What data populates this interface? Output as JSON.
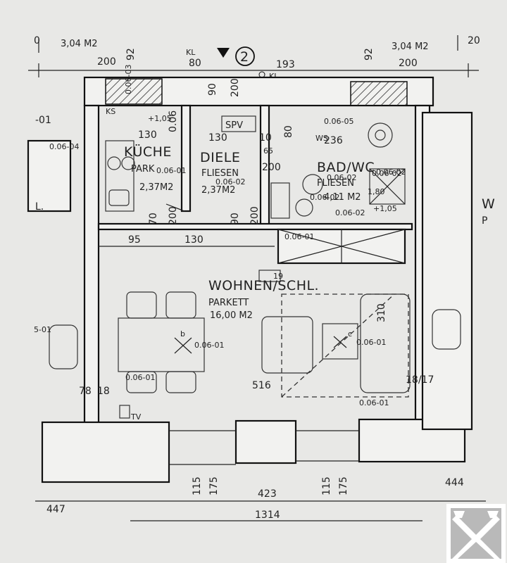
{
  "rooms": {
    "kitchen": {
      "name": "KÜCHE",
      "floor": "PARK",
      "area": "2,37M2"
    },
    "hall": {
      "name": "DIELE",
      "floor": "FLIESEN",
      "area": "2,37M2"
    },
    "bath": {
      "name": "BAD/WC",
      "floor": "FLIESEN",
      "area": "4,11 M2"
    },
    "living": {
      "name": "WOHNEN/SCHL.",
      "floor": "PARKETT",
      "area": "16,00 M2"
    }
  },
  "top_labels": {
    "area_left": "3,04 M2",
    "area_right": "3,04 M2",
    "marker": "2",
    "kl_left": "KL",
    "kl_right": "KL.",
    "spv": "SPV"
  },
  "dimensions": {
    "top_200_left": "200",
    "top_80": "80",
    "top_193": "193",
    "top_200_right": "200",
    "top_90_left": "92",
    "top_90_right": "92",
    "hall_90": "90",
    "hall_200": "200",
    "hall_130": "130",
    "hall_80": "80",
    "hall_10": "10",
    "hall_65": "65",
    "hall_200b": "200",
    "kitchen_130": "130",
    "k_106": "+1,05",
    "ks": "KS",
    "v006": "0.06",
    "bath_236": "236",
    "bath_180": "1,80",
    "bath_105": "+1,05",
    "mid_70": "70",
    "mid_200": "200",
    "mid_90": "90",
    "mid_200b": "200",
    "mid_95": "95",
    "mid_130": "130",
    "right_310": "310",
    "right_1817": "18/17",
    "left_78": "78",
    "left_18": "18",
    "floor_516": "516",
    "bottom_115_left": "115",
    "bottom_175_left": "175",
    "bottom_423": "423",
    "bottom_115_right": "115",
    "bottom_175_right": "175",
    "bottom_447": "447",
    "bottom_1314": "1314",
    "bottom_444": "444",
    "ws": "WS"
  },
  "tags": {
    "t_060403": "0.06-03",
    "t_0604_left": "0.06-04",
    "t_0601_k": "0.06-01",
    "t_0601_k2": "0.06-01",
    "t_0602_hall": "0.06-02",
    "t_0605": "0.06-05",
    "t_0602_b1": "0.06-02",
    "t_0602_b2": "0.06-02",
    "t_0602_b3": "0.06-02",
    "t_0602_b4": "0.06-02",
    "t_0601_closet": "0.06-01",
    "t_0601_table": "0.06-01",
    "t_0601_bed": "0.06-01",
    "t_0601_left": "0.06-01",
    "t_0601_right": "0.06-01",
    "t_0601_outer": "5-01",
    "t_19": "19",
    "edge_left": "-01",
    "edge_right": "W",
    "edge_right2": "P",
    "edge_top_left": "0",
    "edge_top_right": "20",
    "t_0602_br": "0.06-02",
    "tv": "TV",
    "b": "b",
    "c": "c",
    "l": "L."
  },
  "logo": {
    "name": "logo-mark"
  }
}
